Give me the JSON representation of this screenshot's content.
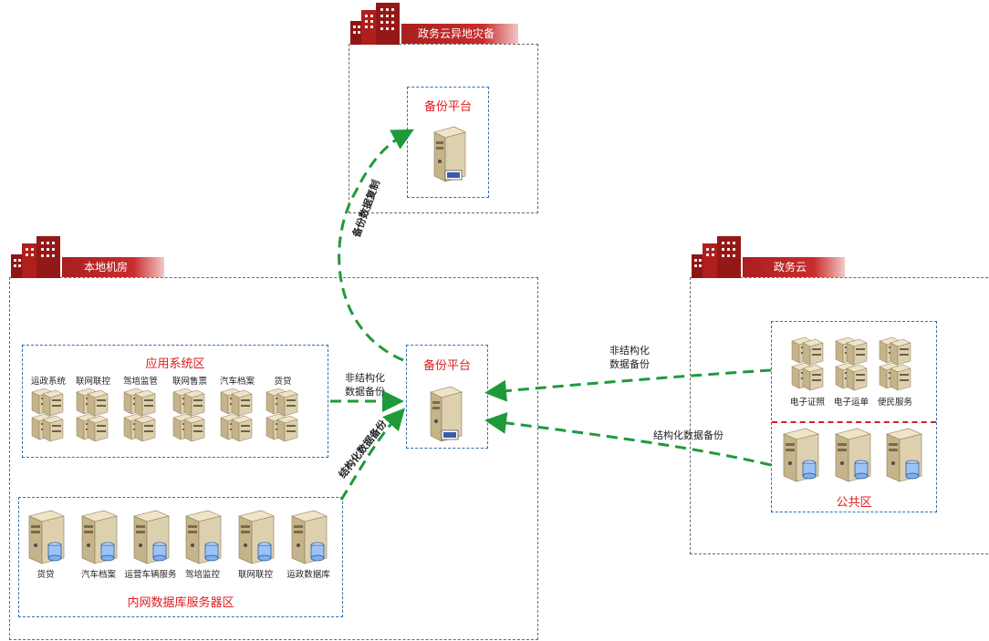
{
  "sites": {
    "remote": {
      "banner": "政务云异地灾备"
    },
    "local": {
      "banner": "本地机房"
    },
    "cloud": {
      "banner": "政务云"
    }
  },
  "zones": {
    "remote_backup": {
      "title": "备份平台"
    },
    "local_backup": {
      "title": "备份平台"
    },
    "app_zone": {
      "title": "应用系统区"
    },
    "db_zone": {
      "title": "内网数据库服务器区"
    },
    "public_zone": {
      "title": "公共区"
    }
  },
  "app_systems": [
    "运政系统",
    "联网联控",
    "驾培监管",
    "联网售票",
    "汽车档案",
    "货贷"
  ],
  "db_servers": [
    "货贷",
    "汽车档案",
    "运营车辆服务",
    "驾培监控",
    "联网联控",
    "运政数据库"
  ],
  "cloud_services": [
    "电子证照",
    "电子运单",
    "便民服务"
  ],
  "arrows": {
    "replication": "备份数据复制",
    "local_unstructured": [
      "非结构化",
      "数据备份"
    ],
    "local_structured": "结构化数据备份",
    "cloud_unstructured": [
      "非结构化",
      "数据备份"
    ],
    "cloud_structured": "结构化数据备份"
  },
  "colors": {
    "banner_red": "#c0272d",
    "zone_border": "#2f6fb0",
    "arrow_green": "#1f9a3b",
    "zone_title": "#e11b1b",
    "separator_red": "#d61f1f"
  }
}
